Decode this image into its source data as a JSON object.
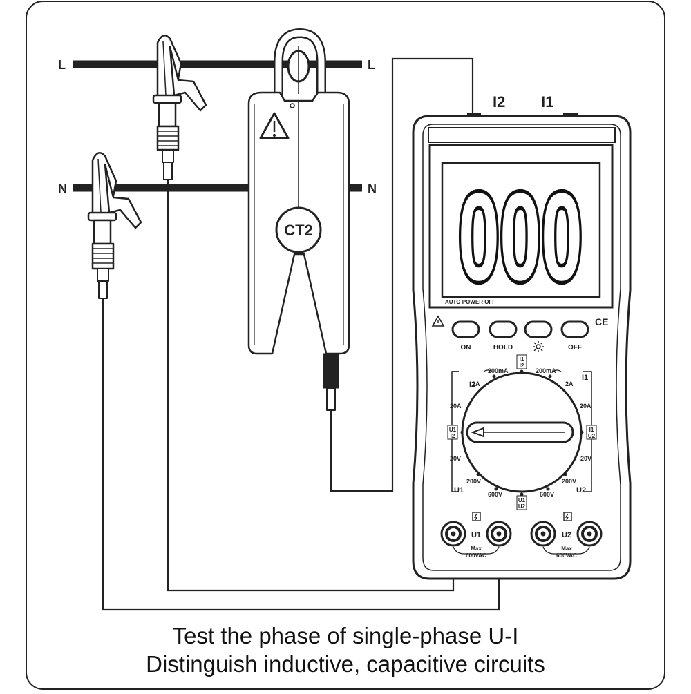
{
  "lines": {
    "live_left": "L",
    "live_right": "L",
    "neutral_left": "N",
    "neutral_right": "N"
  },
  "clamp": {
    "label": "CT2"
  },
  "meter": {
    "jack_i2": "I2",
    "jack_i1": "I1",
    "display": "000",
    "auto_power_off": "AUTO POWER OFF",
    "ce_mark": "CE",
    "buttons": {
      "on": "ON",
      "hold": "HOLD",
      "backlight_icon": "sun-icon",
      "off": "OFF"
    },
    "dial": {
      "top_left": "200mA",
      "top_right": "200mA",
      "i2": "I2",
      "i1": "I1",
      "left_2a": "2A",
      "right_2a": "2A",
      "left_20a": "20A",
      "right_20a": "20A",
      "left_20v": "20V",
      "right_20v": "20V",
      "left_200v": "200V",
      "right_200v": "200V",
      "left_600v": "600V",
      "right_600v": "600V",
      "u1": "U1",
      "u2": "U2",
      "top_pos": [
        "I1",
        "I2"
      ],
      "left_pos": [
        "U1",
        "I2"
      ],
      "right_pos": [
        "I1",
        "U2"
      ],
      "bottom_pos": [
        "U1",
        "U2"
      ]
    },
    "inputs": {
      "u1": "U1",
      "u2": "U2",
      "max": "Max",
      "max_value": "600VAC"
    }
  },
  "caption": {
    "line1": "Test the phase of single-phase U-I",
    "line2": "Distinguish inductive, capacitive circuits"
  }
}
